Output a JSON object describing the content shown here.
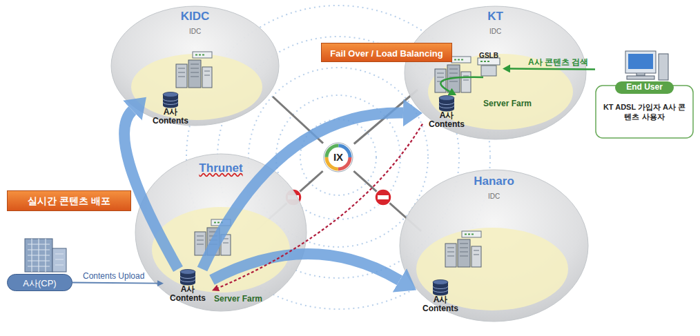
{
  "diagram": {
    "nodes": [
      {
        "text": [
          "KIDC",
          "IDC"
        ]
      },
      {
        "text": [
          "A사 Contents"
        ],
        "in": 0
      },
      {
        "text": [
          "Fail Over / Load Balancing"
        ]
      },
      {
        "text": [
          "KT",
          "IDC"
        ]
      },
      {
        "text": [
          "GSLB"
        ],
        "in": 3
      },
      {
        "text": [
          "A사 Contents"
        ],
        "in": 3
      },
      {
        "text": [
          "IX"
        ]
      },
      {
        "text": [
          "End User",
          "KT ADSL 가입자 A사 콘텐츠 사용자"
        ]
      },
      {
        "text": [
          "실시간 콘텐츠 배포"
        ]
      },
      {
        "text": [
          "Thrunet"
        ]
      },
      {
        "text": [
          "A사 Contents"
        ],
        "in": 9
      },
      {
        "text": [
          "A사(CP)"
        ]
      },
      {
        "text": [
          "Hanaro",
          "IDC"
        ]
      },
      {
        "text": [
          "A사 Contents"
        ],
        "in": 12
      }
    ],
    "edges": [
      {
        "from": 11,
        "to": 10,
        "label": "Contents Upload",
        "arrow": "to"
      },
      {
        "from": 10,
        "to": 1,
        "arrow": "to"
      },
      {
        "from": 10,
        "to": 5,
        "arrow": "to"
      },
      {
        "from": 10,
        "to": 13,
        "arrow": "to"
      },
      {
        "from": 7,
        "to": 4,
        "label": "A사 콘텐츠 검색",
        "arrow": "to"
      },
      {
        "from": 4,
        "to": 5,
        "arrow": "to"
      },
      {
        "from": 5,
        "to": 10,
        "arrow": "to"
      }
    ],
    "labels": [
      "Server Farm",
      "Server Farm"
    ]
  }
}
